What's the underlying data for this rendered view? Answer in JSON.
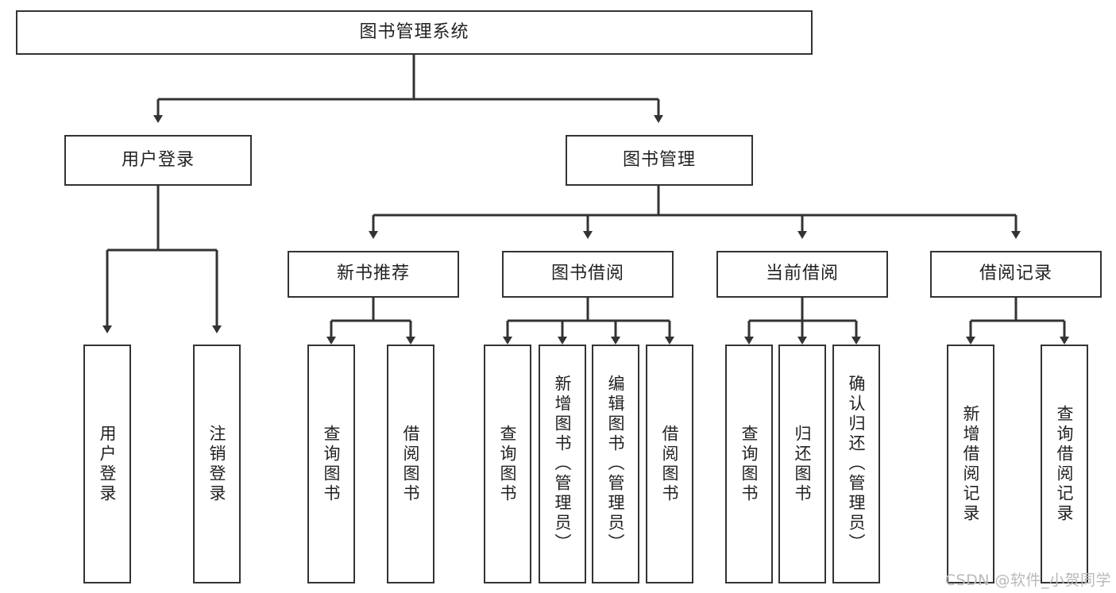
{
  "diagram": {
    "title": "图书管理系统",
    "type": "tree-hierarchy",
    "watermark": "CSDN @软件_小贺同学",
    "colors": {
      "background": "#ffffff",
      "node_border": "#333333",
      "node_fill": "#ffffff",
      "connector": "#333333",
      "text": "#222222",
      "watermark": "#b9b9b9"
    },
    "root": {
      "label": "图书管理系统",
      "orientation": "horizontal"
    },
    "level2": [
      {
        "label": "用户登录",
        "orientation": "horizontal"
      },
      {
        "label": "图书管理",
        "orientation": "horizontal"
      }
    ],
    "level3": [
      {
        "label": "新书推荐",
        "orientation": "horizontal"
      },
      {
        "label": "图书借阅",
        "orientation": "horizontal"
      },
      {
        "label": "当前借阅",
        "orientation": "horizontal"
      },
      {
        "label": "借阅记录",
        "orientation": "horizontal"
      }
    ],
    "leaves": [
      {
        "label": "用户登录",
        "orientation": "vertical",
        "parent": "用户登录"
      },
      {
        "label": "注销登录",
        "orientation": "vertical",
        "parent": "用户登录"
      },
      {
        "label": "查询图书",
        "orientation": "vertical",
        "parent": "新书推荐"
      },
      {
        "label": "借阅图书",
        "orientation": "vertical",
        "parent": "新书推荐"
      },
      {
        "label": "查询图书",
        "orientation": "vertical",
        "parent": "图书借阅"
      },
      {
        "label": "新增图书（管理员）",
        "orientation": "vertical",
        "parent": "图书借阅"
      },
      {
        "label": "编辑图书（管理员）",
        "orientation": "vertical",
        "parent": "图书借阅"
      },
      {
        "label": "借阅图书",
        "orientation": "vertical",
        "parent": "图书借阅"
      },
      {
        "label": "查询图书",
        "orientation": "vertical",
        "parent": "当前借阅"
      },
      {
        "label": "归还图书",
        "orientation": "vertical",
        "parent": "当前借阅"
      },
      {
        "label": "确认归还（管理员）",
        "orientation": "vertical",
        "parent": "当前借阅"
      },
      {
        "label": "新增借阅记录",
        "orientation": "vertical",
        "parent": "借阅记录"
      },
      {
        "label": "查询借阅记录",
        "orientation": "vertical",
        "parent": "借阅记录"
      }
    ]
  }
}
